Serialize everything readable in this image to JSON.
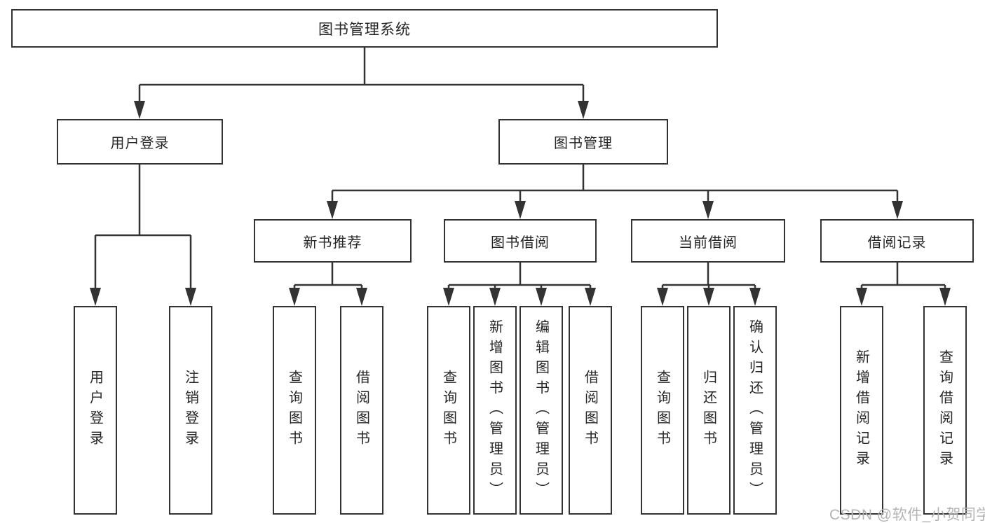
{
  "diagram": {
    "type": "tree",
    "root": {
      "label": "图书管理系统"
    },
    "level2": [
      {
        "label": "用户登录",
        "parent": "图书管理系统"
      },
      {
        "label": "图书管理",
        "parent": "图书管理系统"
      }
    ],
    "level3": [
      {
        "label": "新书推荐",
        "parent": "图书管理"
      },
      {
        "label": "图书借阅",
        "parent": "图书管理"
      },
      {
        "label": "当前借阅",
        "parent": "图书管理"
      },
      {
        "label": "借阅记录",
        "parent": "图书管理"
      }
    ],
    "leaves": [
      {
        "label": "用户登录",
        "parent": "用户登录"
      },
      {
        "label": "注销登录",
        "parent": "用户登录"
      },
      {
        "label": "查询图书",
        "parent": "新书推荐"
      },
      {
        "label": "借阅图书",
        "parent": "新书推荐"
      },
      {
        "label": "查询图书",
        "parent": "图书借阅"
      },
      {
        "label": "新增图书（管理员）",
        "parent": "图书借阅"
      },
      {
        "label": "编辑图书（管理员）",
        "parent": "图书借阅"
      },
      {
        "label": "借阅图书",
        "parent": "图书借阅"
      },
      {
        "label": "查询图书",
        "parent": "当前借阅"
      },
      {
        "label": "归还图书",
        "parent": "当前借阅"
      },
      {
        "label": "确认归还（管理员）",
        "parent": "当前借阅"
      },
      {
        "label": "新增借阅记录",
        "parent": "借阅记录"
      },
      {
        "label": "查询借阅记录",
        "parent": "借阅记录"
      }
    ]
  },
  "watermark": {
    "text": "CSDN @软件_小贺同学"
  },
  "colors": {
    "line": "#333333",
    "box_border": "#333333",
    "box_background": "#ffffff",
    "text": "#262626",
    "watermark": "#b3b3b3"
  }
}
